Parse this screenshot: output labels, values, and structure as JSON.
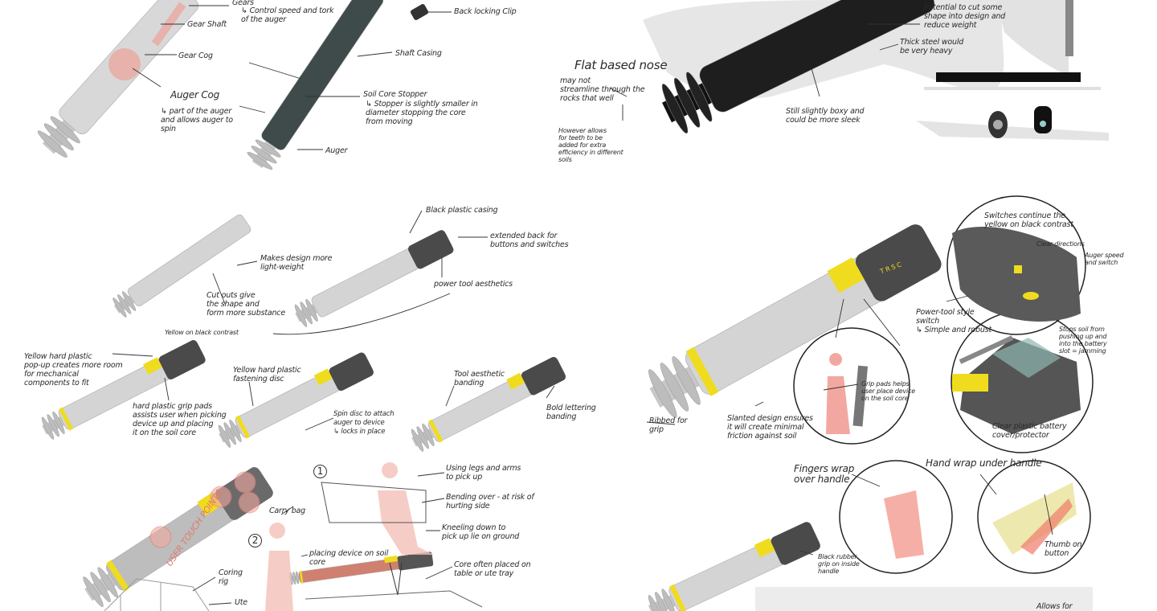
{
  "top_left": {
    "gears": "Gears",
    "gears_note": "↳ Control speed and tork\nof the auger",
    "gear_shaft": "Gear Shaft",
    "back_clip": "Back locking Clip",
    "gear_cog": "Gear Cog",
    "shaft_casing": "Shaft Casing",
    "auger_cog": "Auger Cog",
    "auger_cog_note": "↳ part of the auger\nand allows auger to\nspin",
    "stopper": "Soil Core Stopper",
    "stopper_note": "↳ Stopper is slightly smaller in\ndiameter stopping the core\nfrom moving",
    "auger": "Auger"
  },
  "top_right": {
    "flat_nose": "Flat based nose",
    "flat_nose_note": "may not\nstreamline through the\nrocks that well",
    "teeth_note": "However allows\nfor teeth to be\nadded for extra\nefficiency in different\nsoils",
    "boxy": "Still slightly boxy and\ncould be more sleek",
    "cut_shape": "Potential to cut some\nshape into design and\nreduce weight",
    "steel": "Thick steel would\nbe very heavy"
  },
  "middle_left": {
    "light_weight": "Makes design more\nlight-weight",
    "cut_outs": "Cut outs give\nthe shape and\nform more substance",
    "black_casing": "Black plastic casing",
    "extended_back": "extended back for\nbuttons and switches",
    "power_tool": "power tool aesthetics",
    "contrast": "Yellow on black contrast",
    "yellow_popup": "Yellow hard plastic\npop-up creates more room\nfor mechanical\ncomponents to fit",
    "grip_pads": "hard plastic grip pads\nassists user when picking\ndevice up and placing\nit on the soil core",
    "fastening_disc": "Yellow hard plastic\nfastening disc",
    "spin_disc": "Spin disc to attach\nauger to device\n↳ locks in place",
    "tool_banding": "Tool aesthetic\nbanding",
    "bold_lettering": "Bold lettering\nbanding"
  },
  "middle_right": {
    "switches": "Switches continue the\nyellow on black contrast",
    "clear_directions": "Clear directions",
    "auger_speed": "Auger speed\nand switch",
    "power_switch": "Power-tool style\nswitch\n↳ Simple and robust",
    "stops_soil": "Stops soil from\npushing up and\ninto the battery\nslot = jamming",
    "grip_pads_help": "Grip pads helps\nuser place device\non the soil core",
    "slanted": "Slanted design ensures\nit will create minimal\nfriction against soil",
    "ribbed": "Ribbed for\ngrip",
    "battery_cover": "Clear plastic battery\ncover/protector",
    "lettering": "T R S C"
  },
  "bottom_left": {
    "touch_points": "USER TOUCH POINTS",
    "step1": "1",
    "carry_bag": "Carry bag",
    "legs_arms": "Using legs and arms\nto pick up",
    "bending": "Bending over - at risk of\nhurting side",
    "kneeling": "Kneeling down to\npick up lie on ground",
    "step2": "2",
    "placing": "placing device on soil\ncore",
    "core_placed": "Core often placed on\ntable or ute tray",
    "coring_rig": "Coring\nrig",
    "ute": "Ute"
  },
  "bottom_right": {
    "fingers": "Fingers wrap\nover handle",
    "hand_wrap": "Hand wrap under handle",
    "thumb": "Thumb on\nbutton",
    "rubber_grip": "Black rubber\ngrip on inside\nhandle",
    "allows": "Allows for"
  },
  "colors": {
    "body": "#d4d4d4",
    "dark": "#4a4a4a",
    "yellow": "#f0dc1e",
    "skin": "#f2a8a0",
    "steel": "#1e1e1e"
  }
}
